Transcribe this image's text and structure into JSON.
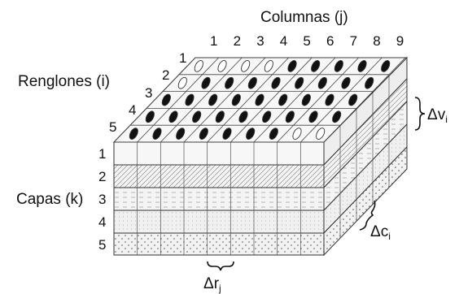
{
  "labels": {
    "columns": "Columnas (j)",
    "rows": "Renglones (i)",
    "layers": "Capas (k)"
  },
  "column_numbers": [
    "1",
    "2",
    "3",
    "4",
    "5",
    "6",
    "7",
    "8",
    "9"
  ],
  "row_numbers": [
    "1",
    "2",
    "3",
    "4",
    "5"
  ],
  "layer_numbers": [
    "1",
    "2",
    "3",
    "4",
    "5"
  ],
  "delta_labels": {
    "dv": "Δv",
    "dv_sub": "i",
    "dc": "Δc",
    "dc_sub": "i",
    "dr": "Δr",
    "dr_sub": "j"
  },
  "cells": {
    "active_pattern": [
      [
        0,
        0,
        0,
        0,
        1,
        1,
        1,
        1,
        1
      ],
      [
        0,
        1,
        1,
        1,
        1,
        1,
        1,
        1,
        1
      ],
      [
        1,
        1,
        1,
        1,
        1,
        1,
        1,
        1,
        1
      ],
      [
        1,
        1,
        1,
        1,
        1,
        1,
        1,
        1,
        1
      ],
      [
        1,
        1,
        1,
        1,
        1,
        1,
        1,
        0,
        0
      ]
    ]
  },
  "colors": {
    "line": "#333333",
    "active_cell": "#111111",
    "face": "#f2f2f2",
    "side": "#e6e6e6"
  }
}
